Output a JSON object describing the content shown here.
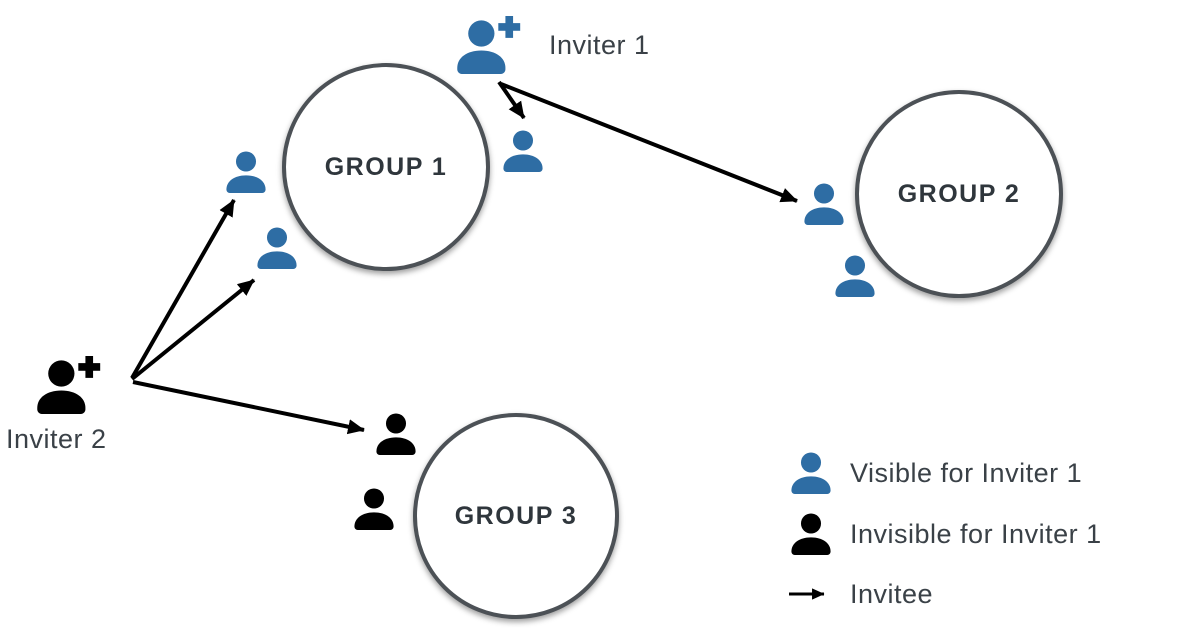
{
  "inviter1": {
    "label": "Inviter 1"
  },
  "inviter2": {
    "label": "Inviter 2"
  },
  "groups": [
    {
      "label": "GROUP 1"
    },
    {
      "label": "GROUP 2"
    },
    {
      "label": "GROUP 3"
    }
  ],
  "legend": {
    "visible_label": "Visible for Inviter 1",
    "invisible_label": "Invisible for Inviter 1",
    "invitee_label": "Invitee"
  },
  "icons": {
    "inviter": "person-plus-icon",
    "member": "person-icon",
    "invitee": "arrow-icon"
  },
  "palette": {
    "visible": "#2E6DA4",
    "invisible": "#000000",
    "arrow": "#000000",
    "circle_stroke": "#4C5156",
    "text": "#3A4147",
    "group_text": "#2F363C"
  }
}
